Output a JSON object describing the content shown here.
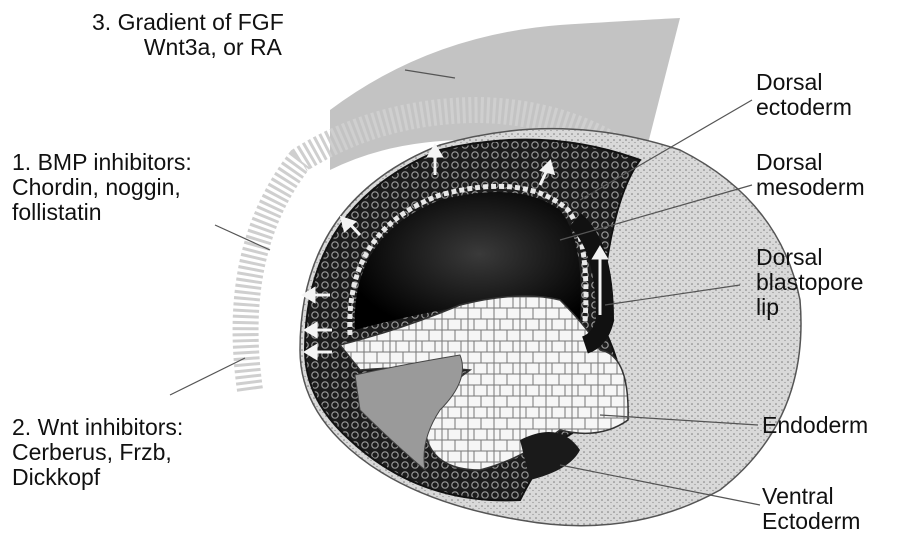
{
  "diagram": {
    "labels": {
      "gradient": [
        "3. Gradient of FGF",
        "Wnt3a, or RA"
      ],
      "bmp": [
        "1. BMP inhibitors:",
        "Chordin, noggin,",
        "follistatin"
      ],
      "wnt": [
        "2. Wnt inhibitors:",
        "Cerberus, Frzb,",
        "Dickkopf"
      ],
      "dorsal_ectoderm": [
        "Dorsal",
        "ectoderm"
      ],
      "dorsal_mesoderm": [
        "Dorsal",
        "mesoderm"
      ],
      "blastopore_lip": [
        "Dorsal",
        "blastopore",
        "lip"
      ],
      "endoderm": [
        "Endoderm"
      ],
      "ventral_ectoderm": [
        "Ventral",
        "Ectoderm"
      ]
    },
    "colors": {
      "embryo_outer": "#2a2a2a",
      "embryo_light": "#d6d6d6",
      "endoderm": "#f2f2f2",
      "gradient_band": "#bdbdbd"
    }
  }
}
